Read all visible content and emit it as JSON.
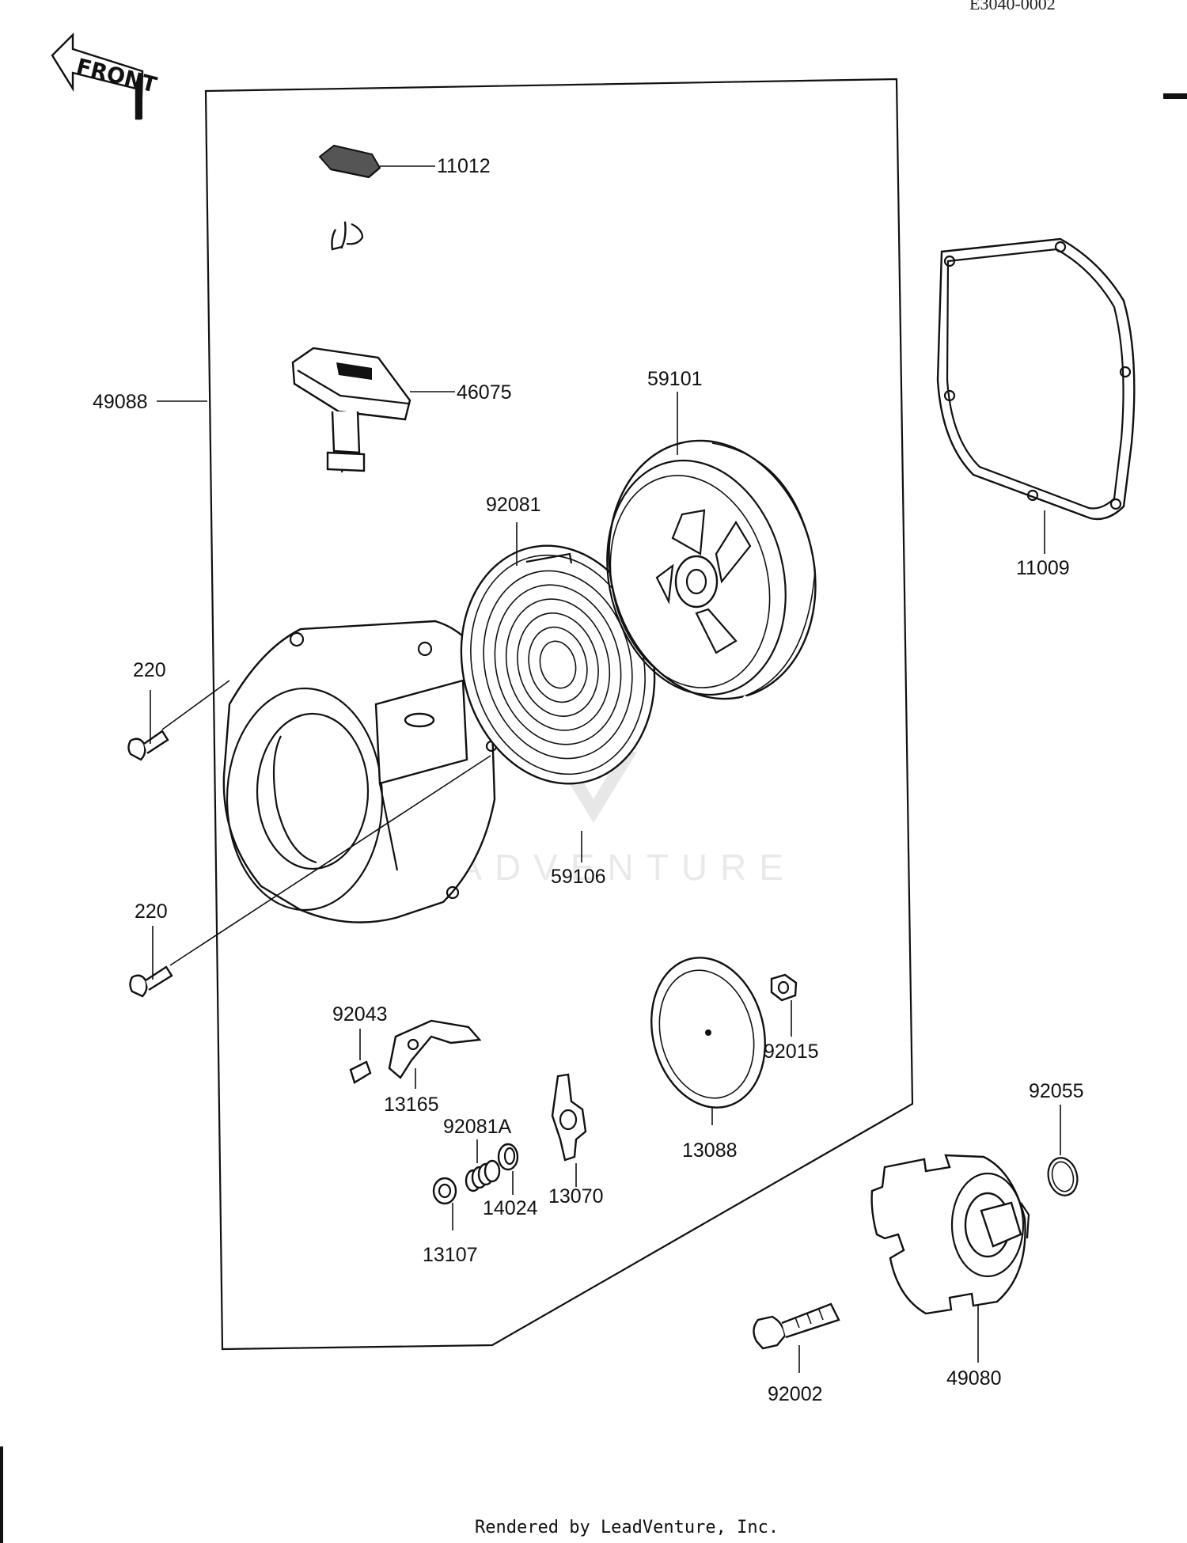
{
  "diagram_code": "E3040-0002",
  "front_label": "FRONT",
  "watermark": "LEADVENTURE",
  "footer": "Rendered by LeadVenture, Inc.",
  "parts": [
    {
      "id": "p11012",
      "number": "11012"
    },
    {
      "id": "p49088",
      "number": "49088"
    },
    {
      "id": "p46075",
      "number": "46075"
    },
    {
      "id": "p59101",
      "number": "59101"
    },
    {
      "id": "p92081",
      "number": "92081"
    },
    {
      "id": "p11009",
      "number": "11009"
    },
    {
      "id": "p220a",
      "number": "220"
    },
    {
      "id": "p220b",
      "number": "220"
    },
    {
      "id": "p59106",
      "number": "59106"
    },
    {
      "id": "p92043",
      "number": "92043"
    },
    {
      "id": "p13165",
      "number": "13165"
    },
    {
      "id": "p92015",
      "number": "92015"
    },
    {
      "id": "p92081a",
      "number": "92081A"
    },
    {
      "id": "p13088",
      "number": "13088"
    },
    {
      "id": "p13070",
      "number": "13070"
    },
    {
      "id": "p14024",
      "number": "14024"
    },
    {
      "id": "p13107",
      "number": "13107"
    },
    {
      "id": "p92055",
      "number": "92055"
    },
    {
      "id": "p92002",
      "number": "92002"
    },
    {
      "id": "p49080",
      "number": "49080"
    }
  ]
}
